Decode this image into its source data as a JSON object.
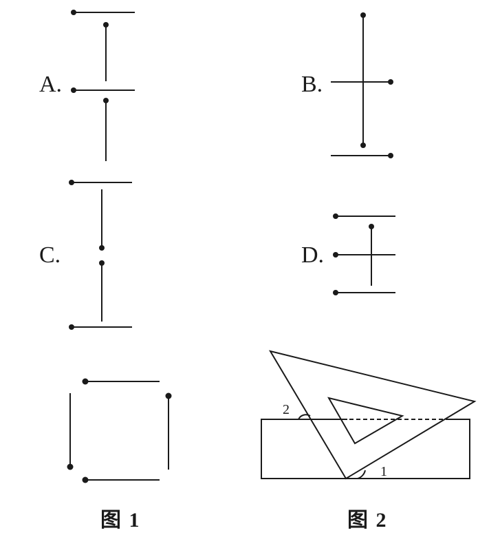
{
  "options": {
    "a": "A.",
    "b": "B.",
    "c": "C.",
    "d": "D."
  },
  "figure2": {
    "angle1": "1",
    "angle2": "2"
  },
  "captions": {
    "fig1": "图 1",
    "fig2": "图 2"
  },
  "colors": {
    "ink": "#1a1a1a",
    "background": "#ffffff"
  }
}
